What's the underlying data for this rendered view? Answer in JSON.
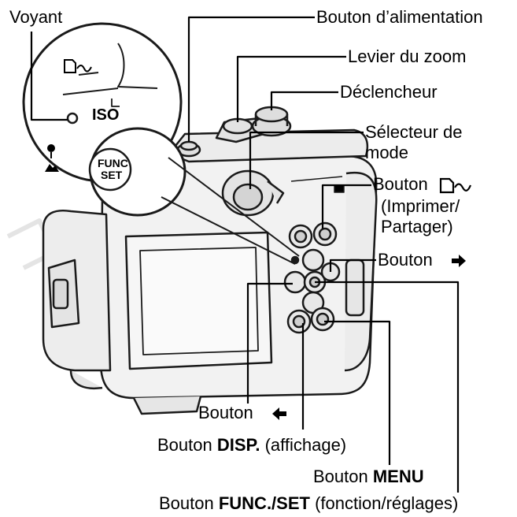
{
  "labels": {
    "voyant": "Voyant",
    "power": "Bouton d’alimentation",
    "zoom": "Levier du zoom",
    "shutter": "Déclencheur",
    "mode_line1": "Sélecteur de",
    "mode_line2": "mode",
    "print_prefix": "Bouton",
    "print_line2": "(Imprimer/",
    "print_line3": "Partager)",
    "right_prefix": "Bouton",
    "left_prefix": "Bouton",
    "disp_prefix": "Bouton ",
    "disp_bold": "DISP.",
    "disp_suffix": " (affichage)",
    "menu_prefix": "Bouton ",
    "menu_bold": "MENU",
    "func_prefix": "Bouton ",
    "func_bold": "FUNC./SET",
    "func_suffix": " (fonction/réglages)"
  },
  "callout": {
    "func_line1": "FUNC",
    "func_line2": "SET",
    "iso": "ISO"
  },
  "icons": {
    "print": "print-share-icon",
    "right": "right-arrow-icon",
    "left": "left-arrow-icon",
    "macro": "macro-flower-icon",
    "mountain": "mountain-icon"
  },
  "colors": {
    "line": "#000000",
    "body_fill": "#f2f2f2",
    "body_stroke": "#1a1a1a"
  }
}
